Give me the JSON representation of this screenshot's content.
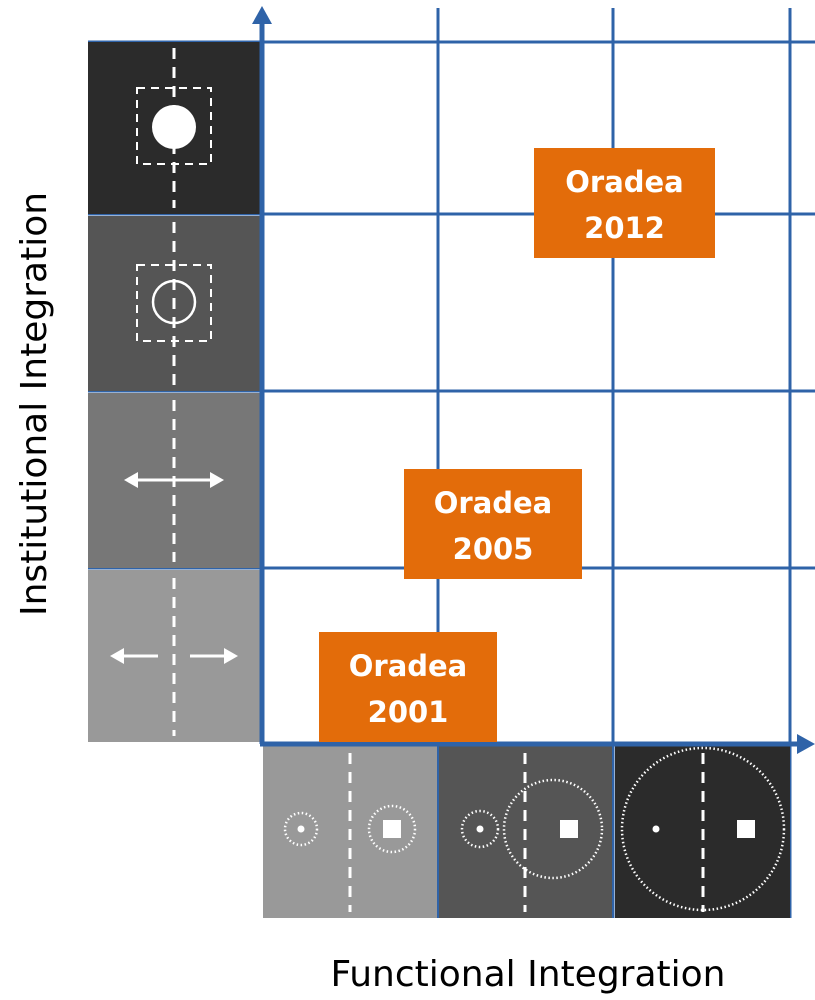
{
  "axes": {
    "x_label": "Functional Integration",
    "y_label": "Institutional Integration"
  },
  "points": [
    {
      "name": "Oradea",
      "year": "2001",
      "functional_level": 1,
      "institutional_level": 1
    },
    {
      "name": "Oradea",
      "year": "2005",
      "functional_level": 2,
      "institutional_level": 2
    },
    {
      "name": "Oradea",
      "year": "2012",
      "functional_level": 3,
      "institutional_level": 4
    }
  ],
  "y_tiles": [
    {
      "level": 4,
      "icon": "merged-core-in-dashed-square-icon",
      "color": "#2b2b2b"
    },
    {
      "level": 3,
      "icon": "circle-in-dashed-square-icon",
      "color": "#555555"
    },
    {
      "level": 2,
      "icon": "arrows-crossing-border-icon",
      "color": "#777777"
    },
    {
      "level": 1,
      "icon": "arrows-away-from-border-icon",
      "color": "#999999"
    }
  ],
  "x_tiles": [
    {
      "level": 1,
      "icon": "separate-dotted-circles-icon",
      "color": "#999999"
    },
    {
      "level": 2,
      "icon": "overlapping-dotted-circles-icon",
      "color": "#555555"
    },
    {
      "level": 3,
      "icon": "enclosing-dotted-circle-icon",
      "color": "#2b2b2b"
    }
  ],
  "colors": {
    "grid": "#2f63a8",
    "axis": "#2f63a8",
    "box": "#e36c0a",
    "box_text": "#ffffff",
    "label_text": "#000000"
  }
}
